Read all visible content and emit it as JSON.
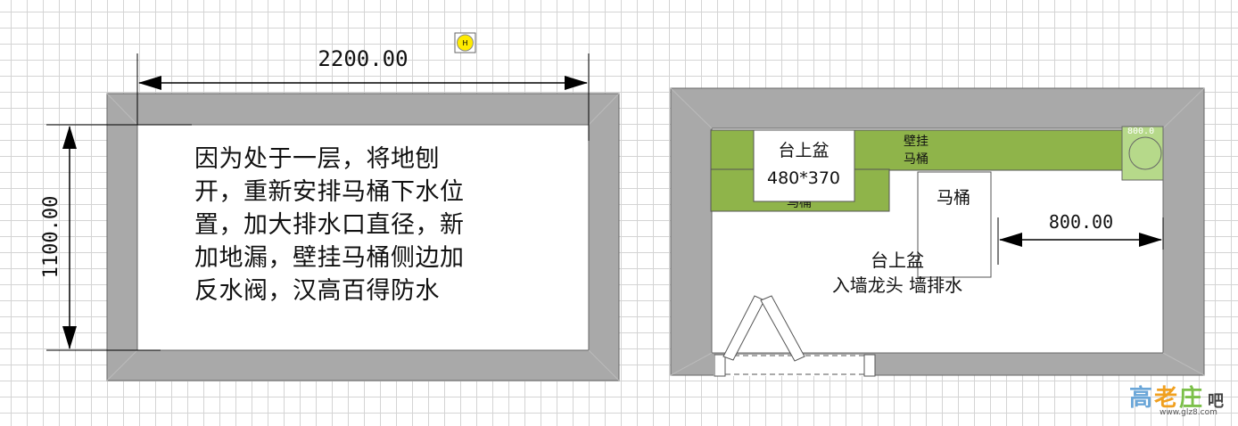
{
  "colors": {
    "wall": "#a9a9a9",
    "green": "#8fb44a",
    "green_light": "#b6d98a",
    "marker_yellow": "#ffeb00",
    "grid": "#d4d4d4"
  },
  "left_plan": {
    "width_dimension": "2200.00",
    "height_dimension": "1100.00",
    "marker_label": "H",
    "note_lines": [
      "因为处于一层，将地刨",
      "开，重新安排马桶下水位",
      "置，加大排水口直径，新",
      "加地漏，壁挂马桶侧边加",
      "反水阀，汉高百得防水"
    ]
  },
  "right_plan": {
    "basin_label": "台上盆",
    "basin_size": "480*370",
    "wall_hung_toilet": [
      "壁挂",
      "马桶"
    ],
    "hidden_label": "马桶",
    "toilet_label": "马桶",
    "corner_label": "800.0",
    "dimension": "800.00",
    "basin_label_2": "台上盆",
    "faucet_note": "入墙龙头 墙排水"
  },
  "watermark": {
    "glyphs": [
      "高",
      "老",
      "庄",
      "吧"
    ],
    "glyph_colors": [
      "#6aa6d8",
      "#f0a020",
      "#7cc04a",
      "#444444"
    ],
    "url": "www.glz8.com"
  }
}
